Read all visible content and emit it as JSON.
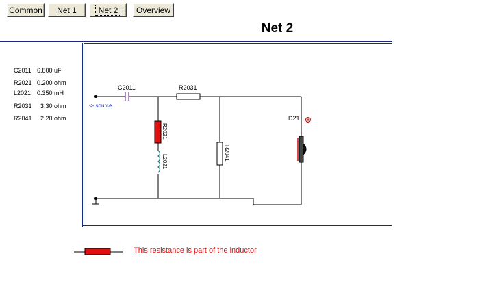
{
  "tabs": [
    {
      "label": "Common"
    },
    {
      "label": "Net 1"
    },
    {
      "label": "Net 2",
      "active": true
    },
    {
      "label": "Overview"
    }
  ],
  "page_title": "Net 2",
  "parts_list": [
    {
      "ref": "C2011",
      "value": "6.800 uF"
    },
    {
      "ref": "R2021",
      "value": "0.200 ohm"
    },
    {
      "ref": "L2021",
      "value": "0.350 mH"
    },
    {
      "ref": "R2031",
      "value": "3.30 ohm"
    },
    {
      "ref": "R2041",
      "value": "2.20 ohm"
    }
  ],
  "schematic": {
    "labels": {
      "c2011": "C2011",
      "r2031": "R2031",
      "r2021": "R2021",
      "l2021": "L2021",
      "r2041": "R2041",
      "d21": "D21",
      "source": "<- source"
    },
    "polarity_symbol": "⊕"
  },
  "legend": {
    "note": "This resistance is part of the inductor"
  },
  "colors": {
    "frame": "#1a2a80",
    "inductor_resistance": "#e01010",
    "source_label": "#1a2ab0",
    "capacitor": "#8040a0",
    "inductor": "#108080"
  }
}
